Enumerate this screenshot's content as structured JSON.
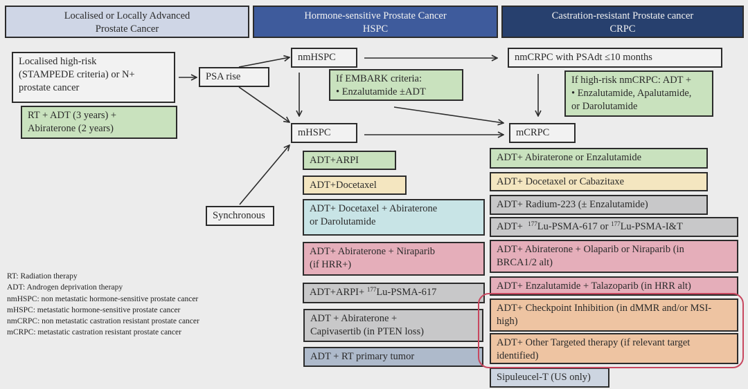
{
  "headers": {
    "localised": {
      "line1": "Localised or Locally Advanced",
      "line2": "Prostate Cancer"
    },
    "hspc": {
      "line1": "Hormone-sensitive Prostate Cancer",
      "line2": "HSPC"
    },
    "crpc": {
      "line1": "Castration-resistant Prostate cancer",
      "line2": "CRPC"
    }
  },
  "localised": {
    "high_risk": [
      "Localised high-risk",
      "(STAMPEDE criteria) or N+",
      "prostate cancer"
    ],
    "treatment": [
      "RT + ADT (3 years) +",
      "Abiraterone (2 years)"
    ]
  },
  "nodes": {
    "psa_rise": "PSA rise",
    "synchronous": "Synchronous",
    "nmhspc": "nmHSPC",
    "mhspc": "mHSPC",
    "nmcrpc": "nmCRPC with PSAdt ≤10 months",
    "mcrpc": "mCRPC"
  },
  "notes": {
    "embark": [
      "If EMBARK criteria:",
      "• Enzalutamide ±ADT"
    ],
    "high_risk_nmcrpc": [
      "If high-risk nmCRPC: ADT +",
      "• Enzalutamide, Apalutamide,",
      "or Darolutamide"
    ]
  },
  "mhspc_treatments": [
    {
      "lines": [
        "ADT+ARPI"
      ],
      "color": "green"
    },
    {
      "lines": [
        "ADT+Docetaxel"
      ],
      "color": "yellow"
    },
    {
      "lines": [
        "ADT+ Docetaxel + Abiraterone",
        "or Darolutamide"
      ],
      "color": "cyan"
    },
    {
      "lines": [
        "ADT+ Abiraterone + Niraparib",
        "(if HRR+)"
      ],
      "color": "pink"
    },
    {
      "pre": "ADT+ARPI+ ",
      "sup": "177",
      "post": "Lu-PSMA-617",
      "color": "grey"
    },
    {
      "lines": [
        "ADT + Abiraterone +",
        "Capivasertib (in PTEN loss)"
      ],
      "color": "grey"
    },
    {
      "lines": [
        "ADT + RT primary tumor"
      ],
      "color": "slate"
    }
  ],
  "mcrpc_treatments": [
    {
      "lines": [
        "ADT+ Abiraterone or Enzalutamide"
      ],
      "color": "green"
    },
    {
      "lines": [
        "ADT+ Docetaxel or Cabazitaxe"
      ],
      "color": "yellow"
    },
    {
      "lines": [
        "ADT+ Radium-223 (± Enzalutamide)"
      ],
      "color": "grey"
    },
    {
      "pre": "ADT+  ",
      "sup": "177",
      "mid": "Lu-PSMA-617 or ",
      "sup2": "177",
      "post": "Lu-PSMA-I&T",
      "color": "grey"
    },
    {
      "lines": [
        "ADT+ Abiraterone + Olaparib or Niraparib (in",
        "BRCA1/2 alt)"
      ],
      "color": "pink"
    },
    {
      "lines": [
        "ADT+ Enzalutamide + Talazoparib (in HRR alt)"
      ],
      "color": "pink"
    },
    {
      "lines": [
        "ADT+ Checkpoint Inhibition (in dMMR and/or MSI-",
        "high)"
      ],
      "color": "orange",
      "highlighted": true
    },
    {
      "lines": [
        "ADT+ Other Targeted therapy (if relevant target",
        "identified)"
      ],
      "color": "orange",
      "highlighted": true
    },
    {
      "lines": [
        "Sipuleucel-T (US only)"
      ],
      "color": "lightblue"
    }
  ],
  "legend": [
    "RT: Radiation therapy",
    "ADT: Androgen deprivation therapy",
    "nmHSPC: non metastatic hormone-sensitive prostate cancer",
    "mHSPC: metastatic hormone-sensitive prostate cancer",
    "nmCRPC: non metastatic castration resistant prostate cancer",
    "mCRPC: metastatic castration resistant prostate cancer"
  ],
  "colors": {
    "highlight_outline": "#c8475f",
    "header_local": "#cfd6e6",
    "header_hspc": "#3e5b9c",
    "header_crpc": "#27406e"
  }
}
